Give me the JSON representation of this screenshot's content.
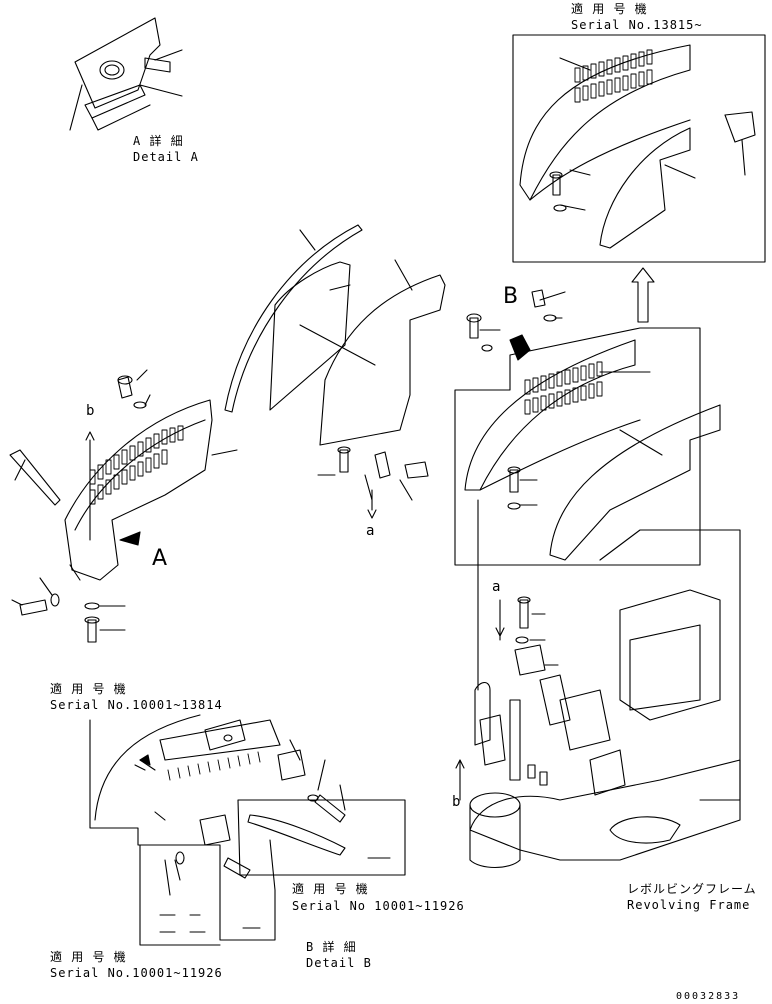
{
  "labels": {
    "detail_a_jp": "A 詳 細",
    "detail_a_en": "Detail A",
    "top_applies_jp": "適 用 号 機",
    "top_serial": "Serial No.13815~",
    "callout_b_top": "B",
    "callout_a_big": "A",
    "arrow_b_left": "b",
    "arrow_a_mid": "a",
    "arrow_a_right": "a",
    "arrow_b_bottom": "b",
    "left_applies_jp": "適 用 号 機",
    "left_serial": "Serial No.10001~13814",
    "mid_applies_jp": "適 用 号 機",
    "mid_serial": "Serial No 10001~11926",
    "bottom_applies_jp": "適 用 号 機",
    "bottom_serial": "Serial No.10001~11926",
    "detail_b_jp": "B 詳 細",
    "detail_b_en": "Detail B",
    "frame_jp": "レボルビングフレーム",
    "frame_en": "Revolving Frame",
    "part_code": "00032833"
  }
}
